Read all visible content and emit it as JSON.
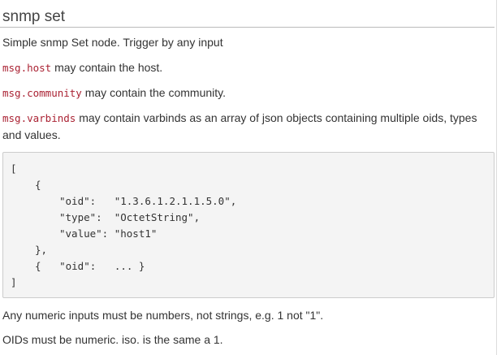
{
  "node": {
    "title": "snmp set",
    "summary": "Simple snmp Set node. Trigger by any input",
    "host_code": "msg.host",
    "host_text": " may contain the host.",
    "community_code": "msg.community",
    "community_text": " may contain the community.",
    "varbinds_code": "msg.varbinds",
    "varbinds_text_1": " may contain varbinds as an array of json objects containing multiple oids, types",
    "varbinds_text_2": "and values.",
    "example": {
      "line_1": "[",
      "line_2": "{",
      "line_3": "\"oid\":   \"1.3.6.1.2.1.1.5.0\",",
      "line_4": "\"type\":  \"OctetString\",",
      "line_5": "\"value\": \"host1\"",
      "line_6": "},",
      "line_7": "{   \"oid\":   ... }",
      "line_8": "]"
    },
    "numeric_note": "Any numeric inputs must be numbers, not strings, e.g. 1 not \"1\".",
    "oid_note": "OIDs must be numeric. iso. is the same a 1."
  }
}
